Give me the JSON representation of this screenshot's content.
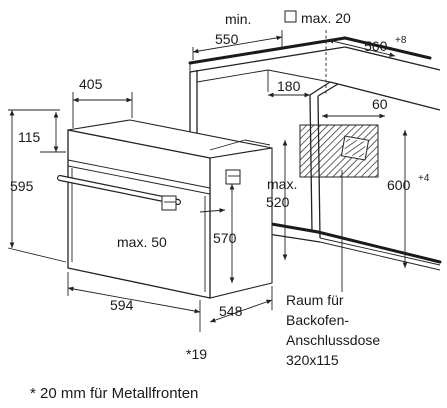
{
  "diagram": {
    "labels": {
      "min": "min.",
      "d550": "550",
      "max20": "max. 20",
      "d560": "560",
      "d560_sup": "+8",
      "d405": "405",
      "d180": "180",
      "d60": "60",
      "d115": "115",
      "d595": "595",
      "max": "max.",
      "d520": "520",
      "d600": "600",
      "d600_sup": "+4",
      "max50": "max. 50",
      "d570": "570",
      "d594": "594",
      "d548": "548",
      "d19": "*19",
      "raum1": "Raum für",
      "raum2": "Backofen-",
      "raum3": "Anschlussdose",
      "raum4": "320x115"
    },
    "footnote": "* 20 mm für Metallfronten"
  }
}
